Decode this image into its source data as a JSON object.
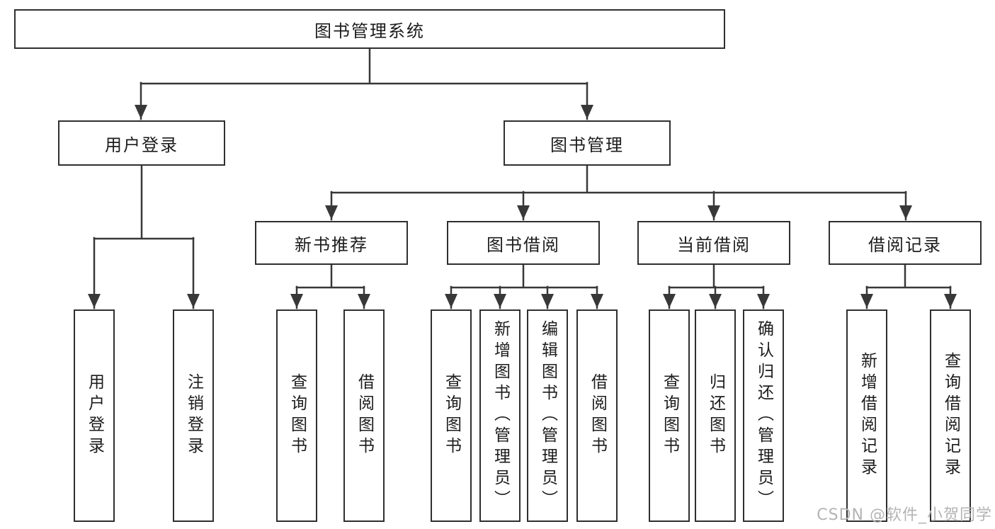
{
  "diagram": {
    "root": "图书管理系统",
    "level2": [
      "用户登录",
      "图书管理"
    ],
    "level3": [
      "新书推荐",
      "图书借阅",
      "当前借阅",
      "借阅记录"
    ],
    "leaves_user_login": [
      "用户登录",
      "注销登录"
    ],
    "leaves_new_book": [
      "查询图书",
      "借阅图书"
    ],
    "leaves_book_borrow": [
      "查询图书",
      "新增图书（管理员）",
      "编辑图书（管理员）",
      "借阅图书"
    ],
    "leaves_current_borrow": [
      "查询图书",
      "归还图书",
      "确认归还（管理员）"
    ],
    "leaves_borrow_records": [
      "新增借阅记录",
      "查询借阅记录"
    ]
  },
  "watermark": "CSDN @软件_小贺同学",
  "colors": {
    "line": "#383838",
    "box_border": "#2f2f2f",
    "box_fill": "#ffffff",
    "text": "#1c1c1c",
    "watermark": "#b4b4b4"
  }
}
